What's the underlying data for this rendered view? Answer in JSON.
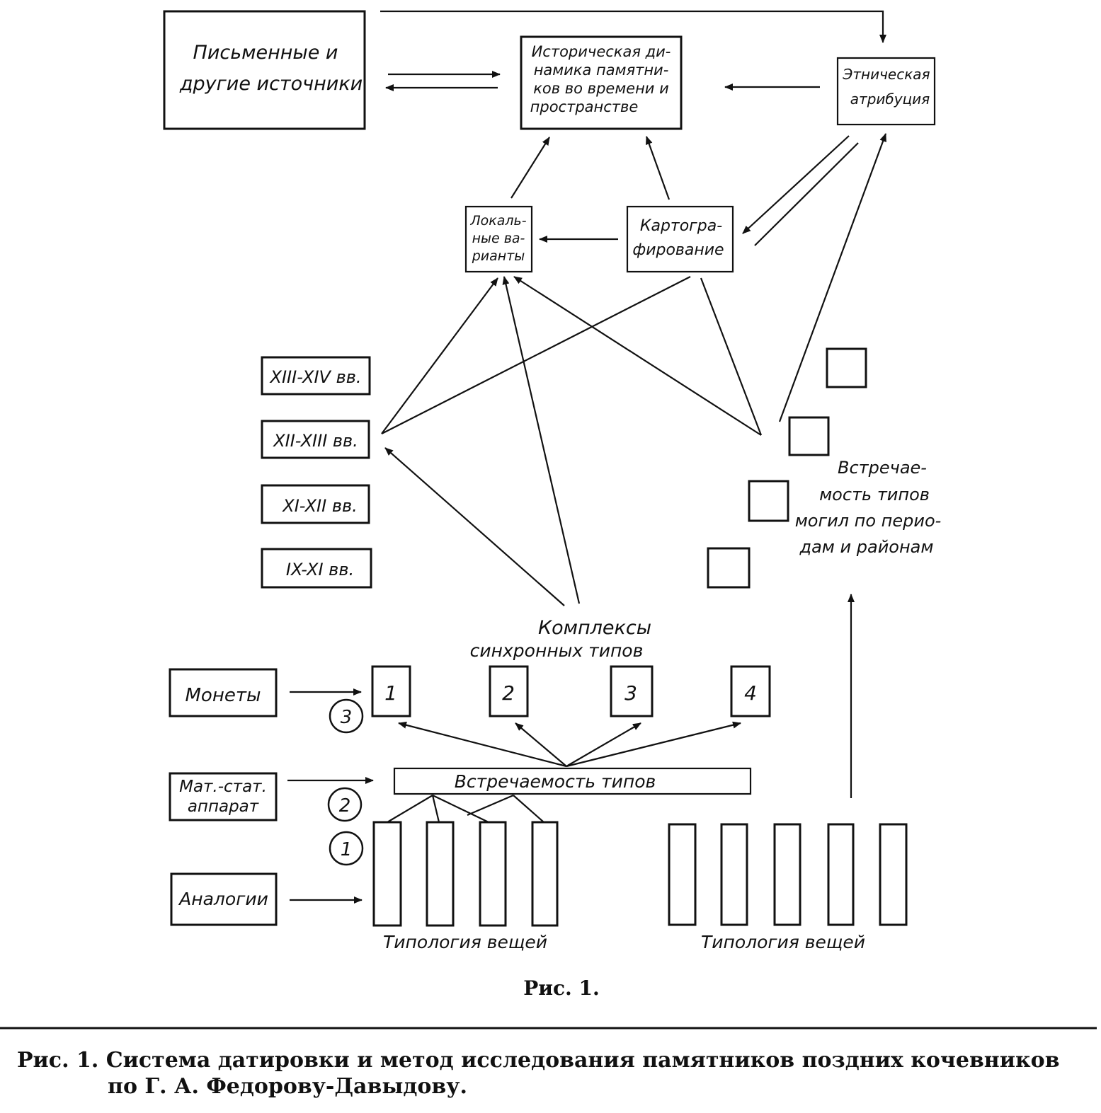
{
  "boxes": {
    "written_sources": [
      "Письменные и",
      "другие источники"
    ],
    "historical_dynamics": [
      "Историческая ди-",
      "намика памятни-",
      "ков во времени и",
      "пространстве"
    ],
    "ethnic_attribution": [
      "Этническая",
      "атрибуция"
    ],
    "local_variants": [
      "Локаль-",
      "ные ва-",
      "рианты"
    ],
    "cartography": [
      "Картогра-",
      "фирование"
    ],
    "coins": "Монеты",
    "mat_stat": [
      "Мат.-стат.",
      "аппарат"
    ],
    "analogies": "Аналогии",
    "occurrence_types": "Встречаемость типов"
  },
  "periods": [
    "XIII-XIV вв.",
    "XII-XIII вв.",
    "XI-XII вв.",
    "IX-XI вв."
  ],
  "complexes_label": [
    "Комплексы",
    "синхронных типов"
  ],
  "complex_boxes": [
    "1",
    "2",
    "3",
    "4"
  ],
  "grave_types_label": [
    "Встречае-",
    "мость типов",
    "могил по перио-",
    "дам и районам"
  ],
  "steps": [
    "1",
    "2",
    "3"
  ],
  "typology_label_left": "Типология вещей",
  "typology_label_right": "Типология вещей",
  "figure_label": "Рис. 1.",
  "caption": [
    "Рис. 1. Система датировки и метод исследования  памятников поздних кочевников",
    "по Г. А. Федорову-Давыдову."
  ]
}
